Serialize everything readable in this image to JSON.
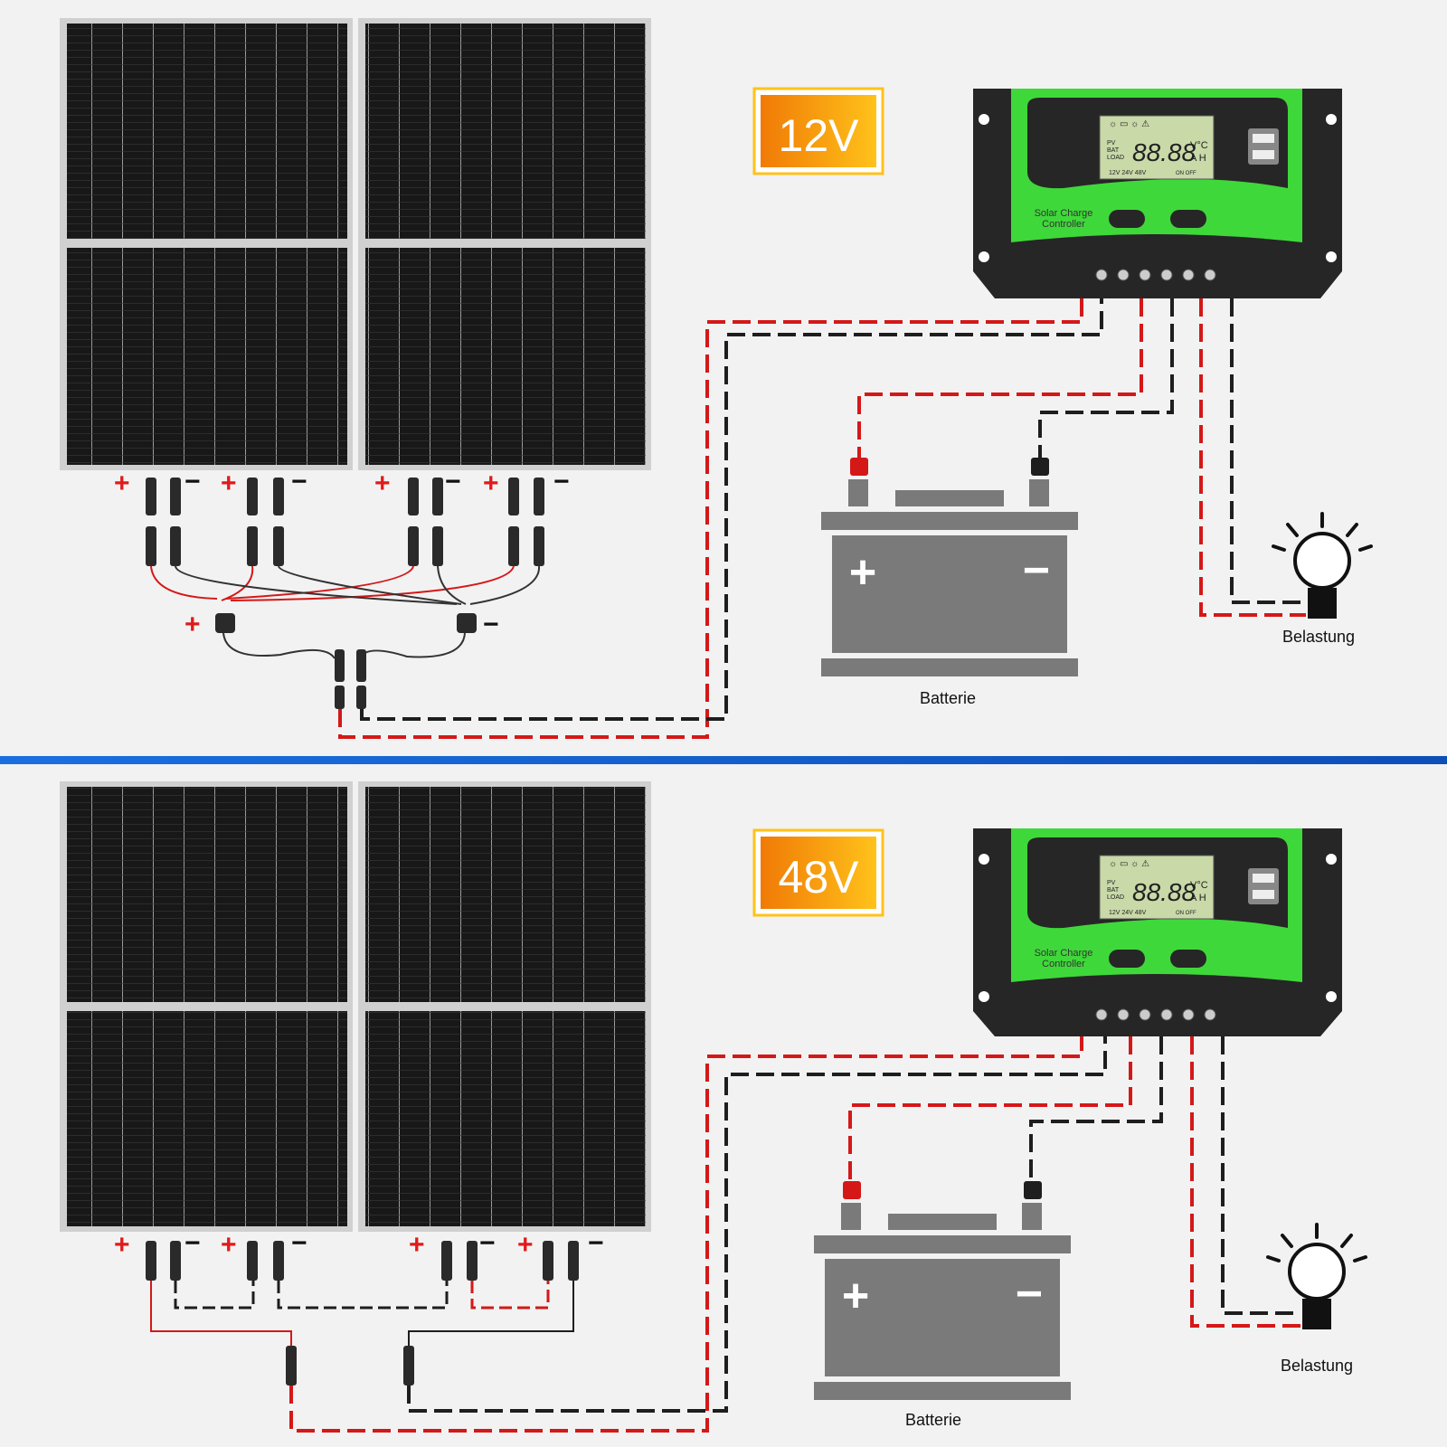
{
  "colors": {
    "background": "#f2f2f2",
    "divider": "#1565d8",
    "panel_frame": "#c8c8c8",
    "cell": "#151515",
    "controller_green": "#3fd83a",
    "controller_dark": "#262626",
    "lcd": "#c9d9a8",
    "wire_red": "#d41818",
    "wire_black": "#1e1e1e",
    "battery_grey": "#7a7a7a",
    "badge_orange": "#f58a07",
    "badge_yellow": "#ffc21a"
  },
  "icons": {
    "panel": "solar-panel-icon",
    "connector": "mc4-connector-icon",
    "battery": "battery-icon",
    "bulb": "light-bulb-icon",
    "usb": "usb-port-icon"
  },
  "diagrams": [
    {
      "voltage_label": "12V",
      "panel_terminal_plus": "+",
      "panel_terminal_minus": "−",
      "combiner_plus": "+",
      "combiner_minus": "−",
      "controller": {
        "brand_text_line1": "Solar Charge",
        "brand_text_line2": "Controller",
        "lcd_row_labels": [
          "PV",
          "BAT",
          "LOAD"
        ],
        "lcd_digits": "88.88",
        "lcd_units_line1": "V°C",
        "lcd_units_line2": "A H",
        "lcd_voltage_options": "12V 24V 48V",
        "lcd_on_off": "ON OFF"
      },
      "battery": {
        "plus": "+",
        "minus": "−",
        "label": "Batterie"
      },
      "load": {
        "label": "Belastung"
      }
    },
    {
      "voltage_label": "48V",
      "panel_terminal_plus": "+",
      "panel_terminal_minus": "−",
      "controller": {
        "brand_text_line1": "Solar Charge",
        "brand_text_line2": "Controller",
        "lcd_row_labels": [
          "PV",
          "BAT",
          "LOAD"
        ],
        "lcd_digits": "88.88",
        "lcd_units_line1": "V°C",
        "lcd_units_line2": "A H",
        "lcd_voltage_options": "12V 24V 48V",
        "lcd_on_off": "ON OFF"
      },
      "battery": {
        "plus": "+",
        "minus": "−",
        "label": "Batterie"
      },
      "load": {
        "label": "Belastung"
      }
    }
  ]
}
